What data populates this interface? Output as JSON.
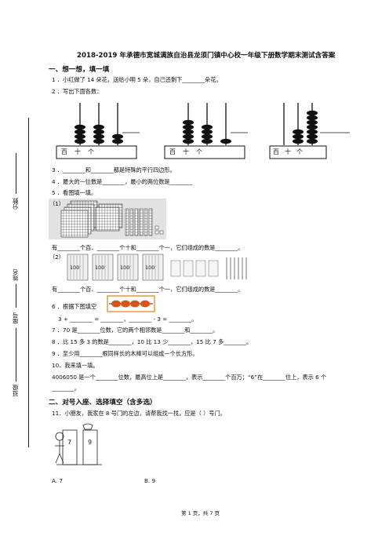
{
  "title": "2018-2019 年承德市宽城满族自治县龙须门镇中心校一年级下册数学期末测试含答案",
  "margin": {
    "score": "分数",
    "name": "姓名",
    "seat": "座号",
    "class": "班级"
  },
  "sections": {
    "s1": "一、想一想，填一填",
    "s2": "二、对号入座、选择填空（含多选）"
  },
  "questions": {
    "q1": "1 ．小红做了 14 朵花，送给小明 5 朵，自己还剩下________朵花。",
    "q2": "2 ．写出下面各数：",
    "q3": "3 ．________和________都是特殊的平行四边形。",
    "q4": "4 ．最大的一位数是________，最小的两位数是________",
    "q5": "5 ．看图填一填。",
    "q5_a_label": "（1）",
    "q5_a_line": "有________个百、________个十和________个一，它们组成的数是________。",
    "q5_b_label": "（2）",
    "q5_b_line": "有________个百、________个十和________个一，它们组成的数是________。",
    "q6": "6 ．根据下图填空",
    "q6_line": "3 + ________ = ________，________ - 3 = ________。",
    "q7": "7 ．70 是________位数，它的两个相邻数是________和________。",
    "q8": "8 ．比 15 多 3 的数是________，10 比 13 少________，15 比 7 多________。",
    "q9": "9 ．至少用________根同样长的木棒可以组成一个长方形。",
    "q10": "10．我来填一填。",
    "q10_line1": "4006050 是一个________位数，最高位上是________，表示________个百万；“6”在________位上，表示 6 个",
    "q10_line2": "________。",
    "q11": "11．小朋友，我家在 8 号门的左边，请帮我找一找，应是（        ）号门。",
    "q11_a": "A. 7",
    "q11_b": "B. 9"
  },
  "abacus": {
    "labels": [
      "百",
      "十",
      "个"
    ]
  },
  "q5_bundle_label": "100",
  "footer": "第 1 页，共 7 页"
}
